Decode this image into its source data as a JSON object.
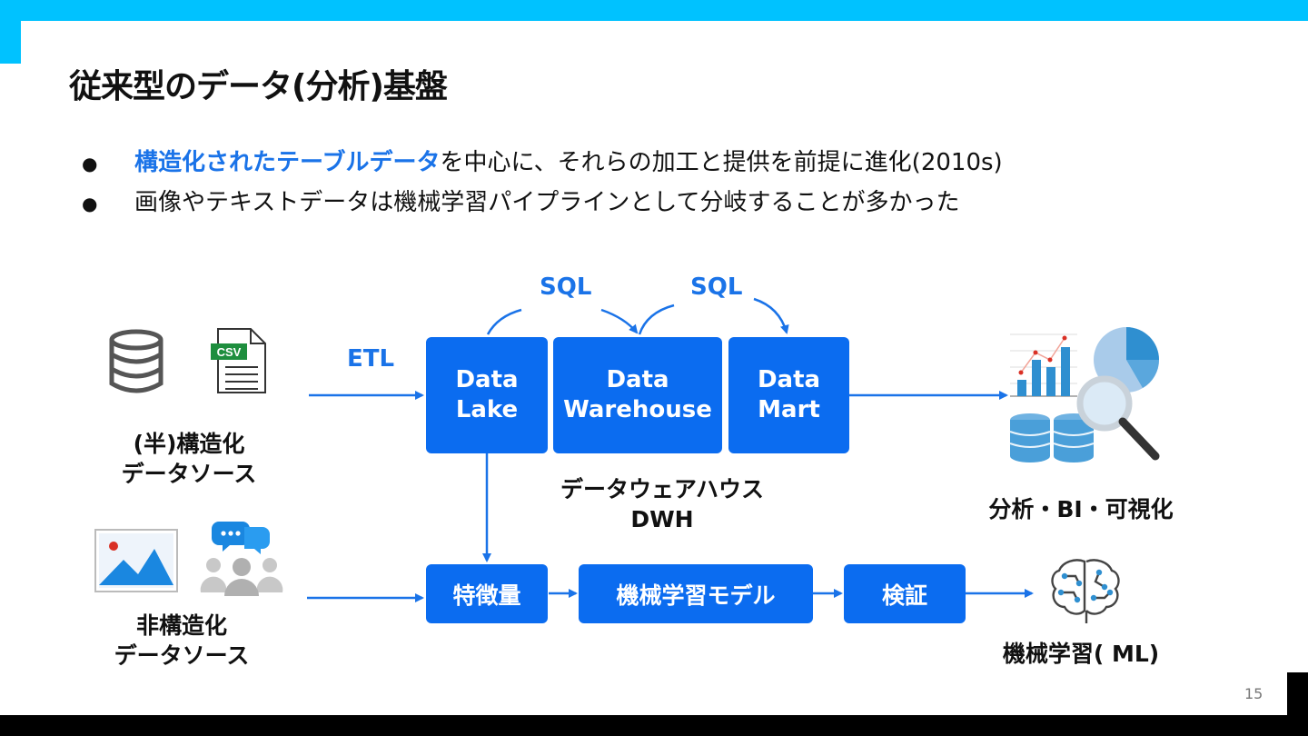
{
  "title": "従来型のデータ(分析)基盤",
  "bullets": [
    {
      "highlight": "構造化されたテーブルデータ",
      "text": "を中心に、それらの加工と提供を前提に進化(2010s)"
    },
    {
      "text": "画像やテキストデータは機械学習パイプラインとして分岐することが多かった"
    }
  ],
  "bullet_glyph": "●",
  "diagram": {
    "sql_1": "SQL",
    "sql_2": "SQL",
    "etl": "ETL",
    "data_lake": "Data\nLake",
    "data_warehouse": "Data\nWarehouse",
    "data_mart": "Data\nMart",
    "dwh_caption_line1": "データウェアハウス",
    "dwh_caption_line2": "DWH",
    "structured_source_line1": "(半)構造化",
    "structured_source_line2": "データソース",
    "unstructured_source_line1": "非構造化",
    "unstructured_source_line2": "データソース",
    "features": "特徴量",
    "ml_model": "機械学習モデル",
    "validation": "検証",
    "analysis_label": "分析・BI・可視化",
    "ml_label": "機械学習( ML)",
    "csv_badge": "CSV"
  },
  "icons": [
    "database-icon",
    "csv-file-icon",
    "image-icon",
    "people-chat-icon",
    "analytics-icon",
    "brain-circuit-icon"
  ],
  "colors": {
    "accent": "#00c2ff",
    "box": "#0b6cf0",
    "highlight": "#1a73e8"
  },
  "page_number": "15"
}
